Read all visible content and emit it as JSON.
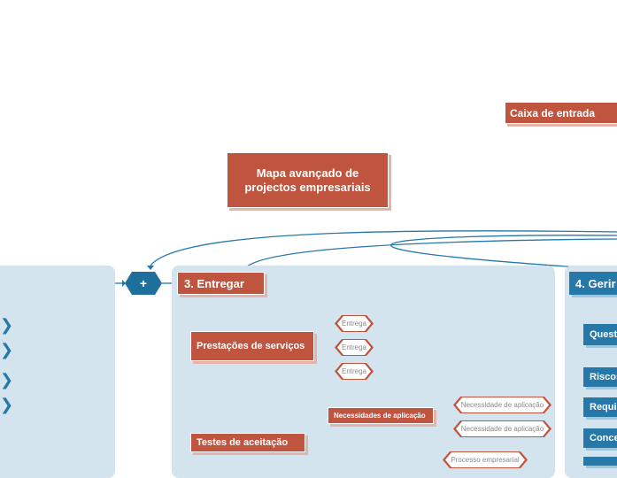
{
  "header": {
    "inbox_label": "Caixa de entrada",
    "title": "Mapa avançado de projectos empresariais"
  },
  "plus_node": {
    "label": "+"
  },
  "section_deliver": {
    "title": "3. Entregar",
    "services": {
      "label": "Prestações de serviços",
      "items": [
        "Entrega",
        "Entrega",
        "Entrega"
      ]
    },
    "acceptance": {
      "label": "Testes de aceitação",
      "needs": {
        "label": "Necessidades de aplicação",
        "items": [
          "Necessidade de aplicação",
          "Necessidade de aplicação"
        ]
      },
      "process_label": "Processo empresarial"
    }
  },
  "section_manage": {
    "title": "4. Gerir",
    "items": [
      "Questões",
      "Riscos",
      "Requisitos",
      "Conceitos"
    ]
  },
  "colors": {
    "accent_red": "#c0553f",
    "accent_blue": "#2578a8",
    "panel_bg": "#d4e4ee"
  }
}
